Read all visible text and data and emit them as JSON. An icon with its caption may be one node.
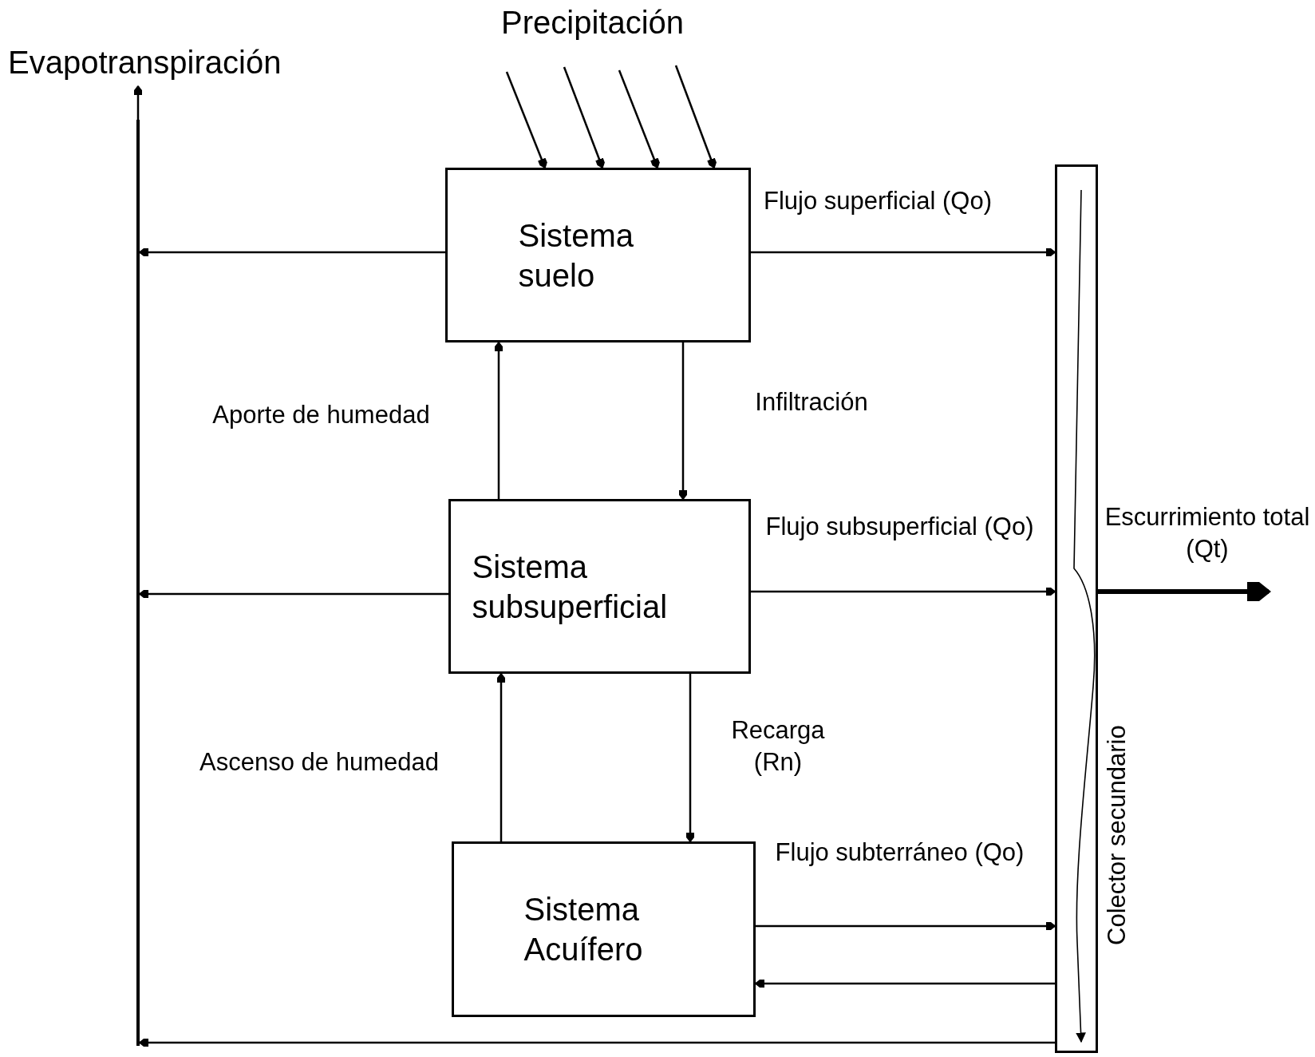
{
  "diagram": {
    "nodes": [
      {
        "text": [
          "Sistema suelo"
        ]
      },
      {
        "text": [
          "Sistema subsuperficial"
        ]
      },
      {
        "text": [
          "Sistema Acuífero"
        ]
      },
      {
        "text": [
          "Colector secundario"
        ]
      },
      {
        "text": [
          "Evapotranspiración"
        ]
      },
      {
        "text": [],
        "shape": "bar"
      }
    ],
    "edges": [
      {
        "from": 0,
        "to": 5,
        "arrow": "to"
      },
      {
        "from": 0,
        "to": 3,
        "arrow": "to",
        "label": "Flujo superficial (Qo)"
      },
      {
        "from": 1,
        "to": 0,
        "arrow": "to",
        "label": "Aporte de humedad"
      },
      {
        "from": 0,
        "to": 1,
        "arrow": "to",
        "label": "Infiltración"
      },
      {
        "from": 1,
        "to": 5,
        "arrow": "to"
      },
      {
        "from": 1,
        "to": 3,
        "arrow": "to",
        "label": "Flujo subsuperficial (Qo)"
      },
      {
        "from": 2,
        "to": 1,
        "arrow": "to",
        "label": "Ascenso de humedad"
      },
      {
        "from": 1,
        "to": 2,
        "arrow": "to",
        "label": "Recarga (Rn)"
      },
      {
        "from": 2,
        "to": 3,
        "arrow": "to",
        "label": "Flujo subterráneo (Qo)"
      },
      {
        "from": 3,
        "to": 2,
        "arrow": "to"
      },
      {
        "from": 3,
        "to": 5,
        "arrow": "to"
      },
      {
        "from": 5,
        "to": 4,
        "arrow": "to"
      },
      {
        "from": 3,
        "to": null,
        "arrow": "to",
        "label": "Escurrimiento total (Qt)",
        "style": "thick"
      },
      {
        "from": null,
        "to": 0,
        "arrow": "to"
      },
      {
        "from": null,
        "to": 0,
        "arrow": "to"
      },
      {
        "from": null,
        "to": 0,
        "arrow": "to"
      },
      {
        "from": null,
        "to": 0,
        "arrow": "to"
      }
    ],
    "labels": [
      "Precipitación"
    ]
  }
}
